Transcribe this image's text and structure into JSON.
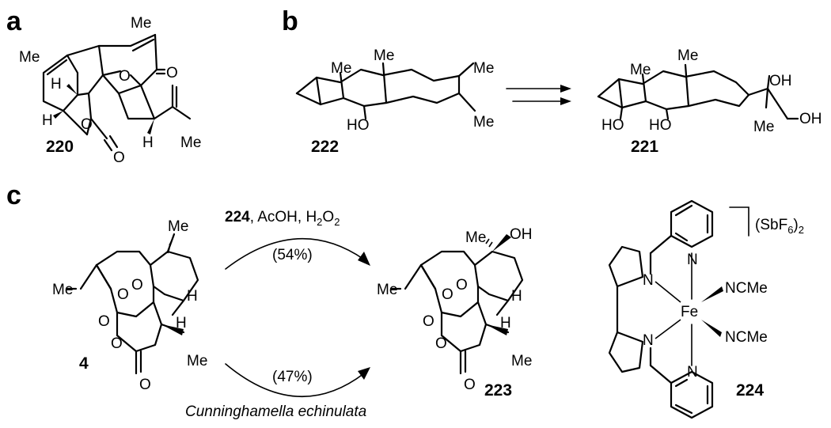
{
  "panels": {
    "a": "a",
    "b": "b",
    "c": "c"
  },
  "compounds": {
    "c220": "220",
    "c222": "222",
    "c221": "221",
    "c4": "4",
    "c223": "223",
    "c224": "224"
  },
  "atoms": {
    "me": "Me",
    "h": "H",
    "o": "O",
    "oh": "OH",
    "ho": "HO",
    "n": "N",
    "fe": "Fe",
    "ncme": "NCMe"
  },
  "conditions": {
    "top_reagent_bold": "224",
    "top_reagent_rest": ", AcOH, H",
    "top_reagent_sub1": "2",
    "top_reagent_o": "O",
    "top_reagent_sub2": "2",
    "top_yield": "(54%)",
    "bottom_yield": "(47%)",
    "organism": "Cunninghamella echinulata"
  },
  "counterion": {
    "text": "(SbF",
    "sub1": "6",
    "close": ")",
    "sub2": "2"
  }
}
